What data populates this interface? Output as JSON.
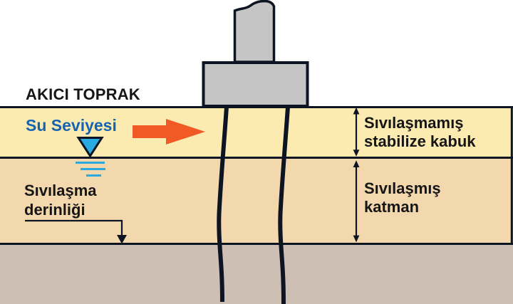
{
  "title": "AKICI TOPRAK",
  "labels": {
    "water_level": "Su Seviyesi",
    "liquefaction_depth": "Sıvılaşma\nderinliği",
    "crust": "Sıvılaşmamış\nstabilize kabuk",
    "liquefied_layer": "Sıvılaşmış\nkatman"
  },
  "icons": {
    "water_table": "water-table-icon",
    "flow_arrow": "flow-arrow-icon",
    "depth_arrow": "depth-down-arrow-icon",
    "crust_extent": "vertical-extent-arrow-icon",
    "liquefied_extent": "vertical-extent-arrow-icon"
  },
  "colors": {
    "crust-fill": "#FBEBB1",
    "liquefied-fill": "#F3D8AE",
    "base-fill": "#CDBFB4",
    "outline": "#0E1522",
    "structure-fill": "#C5C5C5",
    "water-blue": "#29ABE2",
    "water-text": "#1663B2",
    "flow-arrow": "#F15A24",
    "text": "#161616"
  }
}
